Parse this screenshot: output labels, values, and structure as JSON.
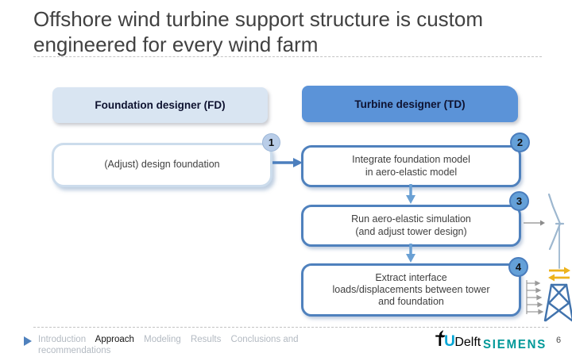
{
  "title": "Offshore wind turbine support structure is custom engineered for every wind farm",
  "headers": {
    "fd": "Foundation designer (FD)",
    "td": "Turbine designer (TD)"
  },
  "flow": {
    "steps": [
      {
        "num": "1",
        "owner": "FD",
        "lines": [
          "(Adjust) design foundation"
        ]
      },
      {
        "num": "2",
        "owner": "TD",
        "lines": [
          "Integrate foundation model",
          "in aero-elastic model"
        ]
      },
      {
        "num": "3",
        "owner": "TD",
        "lines": [
          "Run aero-elastic simulation",
          "(and adjust tower design)"
        ]
      },
      {
        "num": "4",
        "owner": "TD",
        "lines": [
          "Extract interface",
          "loads/displacements between tower",
          "and foundation"
        ]
      }
    ]
  },
  "footer": {
    "nav": [
      {
        "label": "Introduction",
        "active": false
      },
      {
        "label": "Approach",
        "active": true
      },
      {
        "label": "Modeling",
        "active": false
      },
      {
        "label": "Results",
        "active": false
      },
      {
        "label": "Conclusions and recommendations",
        "active": false
      }
    ],
    "logos": {
      "tu_t": "T",
      "tu_u": "U",
      "tu_name": "Delft",
      "siemens": "SIEMENS"
    },
    "page_number": "6"
  },
  "icons": {
    "footer_marker_icon": "right-pointing-triangle",
    "tudelft_flame_icon": "flame",
    "turbine_rotor_icon": "wind-turbine-side-view",
    "jacket_icon": "lattice-jacket-foundation",
    "load_profile_icon": "distributed-load-arrows",
    "interface_loads_icon": "opposing-horizontal-arrows"
  },
  "colors": {
    "header_light_blue": "#d9e5f2",
    "header_mid_blue": "#5b93d8",
    "flow_border_blue": "#4f81bd",
    "flow_border_light": "#ccdcec",
    "badge_light": "#b9cde8",
    "badge_blue": "#64a0d8",
    "arrow_blue": "#4c7fbe",
    "arrow_down_blue": "#6aa0d4",
    "yellow_arrows": "#edb31c",
    "jacket_blue": "#4173ad",
    "gray_arrows": "#8c8c8c",
    "nav_gray": "#b3bac2",
    "nav_active": "#141414",
    "siemens_teal": "#009999",
    "tudelft_cyan": "#00a6d6",
    "title_gray": "#414141"
  }
}
